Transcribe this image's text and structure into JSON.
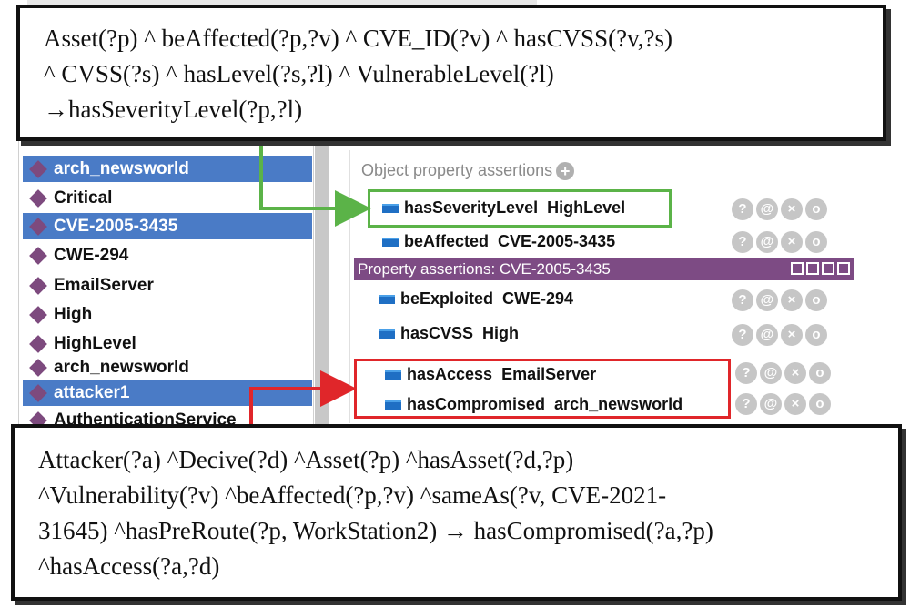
{
  "individuals": [
    {
      "label": "arch_newsworld",
      "selected": true
    },
    {
      "label": "Critical",
      "selected": false
    },
    {
      "label": "CVE-2005-3435",
      "selected": true
    },
    {
      "label": "CWE-294",
      "selected": false
    },
    {
      "label": "EmailServer",
      "selected": false
    },
    {
      "label": "High",
      "selected": false
    },
    {
      "label": "HighLevel",
      "selected": false
    },
    {
      "label": "arch_newsworld",
      "selected": false
    },
    {
      "label": "attacker1",
      "selected": true
    },
    {
      "label": "AuthenticationService",
      "selected": false
    }
  ],
  "object_property_header": "Object property assertions",
  "assertions_main": [
    {
      "property": "hasSeverityLevel",
      "value": "HighLevel"
    },
    {
      "property": "beAffected",
      "value": "CVE-2005-3435"
    }
  ],
  "sub_panel_title": "Property assertions: CVE-2005-3435",
  "assertions_sub": [
    {
      "property": "beExploited",
      "value": "CWE-294"
    },
    {
      "property": "hasCVSS",
      "value": "High"
    }
  ],
  "assertions_attacker": [
    {
      "property": "hasAccess",
      "value": "EmailServer"
    },
    {
      "property": "hasCompromised",
      "value": "arch_newsworld"
    }
  ],
  "row_button_glyphs": {
    "help": "?",
    "annotate": "@",
    "delete": "×",
    "edit": "o"
  },
  "rules": {
    "top": [
      "Asset(?p) ^ beAffected(?p,?v) ^ CVE_ID(?v) ^ hasCVSS(?v,?s)",
      "^ CVSS(?s) ^ hasLevel(?s,?l) ^ VulnerableLevel(?l)",
      "→hasSeverityLevel(?p,?l)"
    ],
    "bottom": [
      "Attacker(?a) ^Decive(?d) ^Asset(?p) ^hasAsset(?d,?p)",
      "^Vulnerability(?v) ^beAffected(?p,?v) ^sameAs(?v, CVE-2021-",
      "31645) ^hasPreRoute(?p, WorkStation2) → hasCompromised(?a,?p)",
      "^hasAccess(?a,?d)"
    ]
  },
  "colors": {
    "selection": "#4a7bc6",
    "individual_diamond": "#7d4a7e",
    "panel_header": "#7d4b84",
    "green_annotation": "#5bb348",
    "red_annotation": "#e0262a"
  }
}
